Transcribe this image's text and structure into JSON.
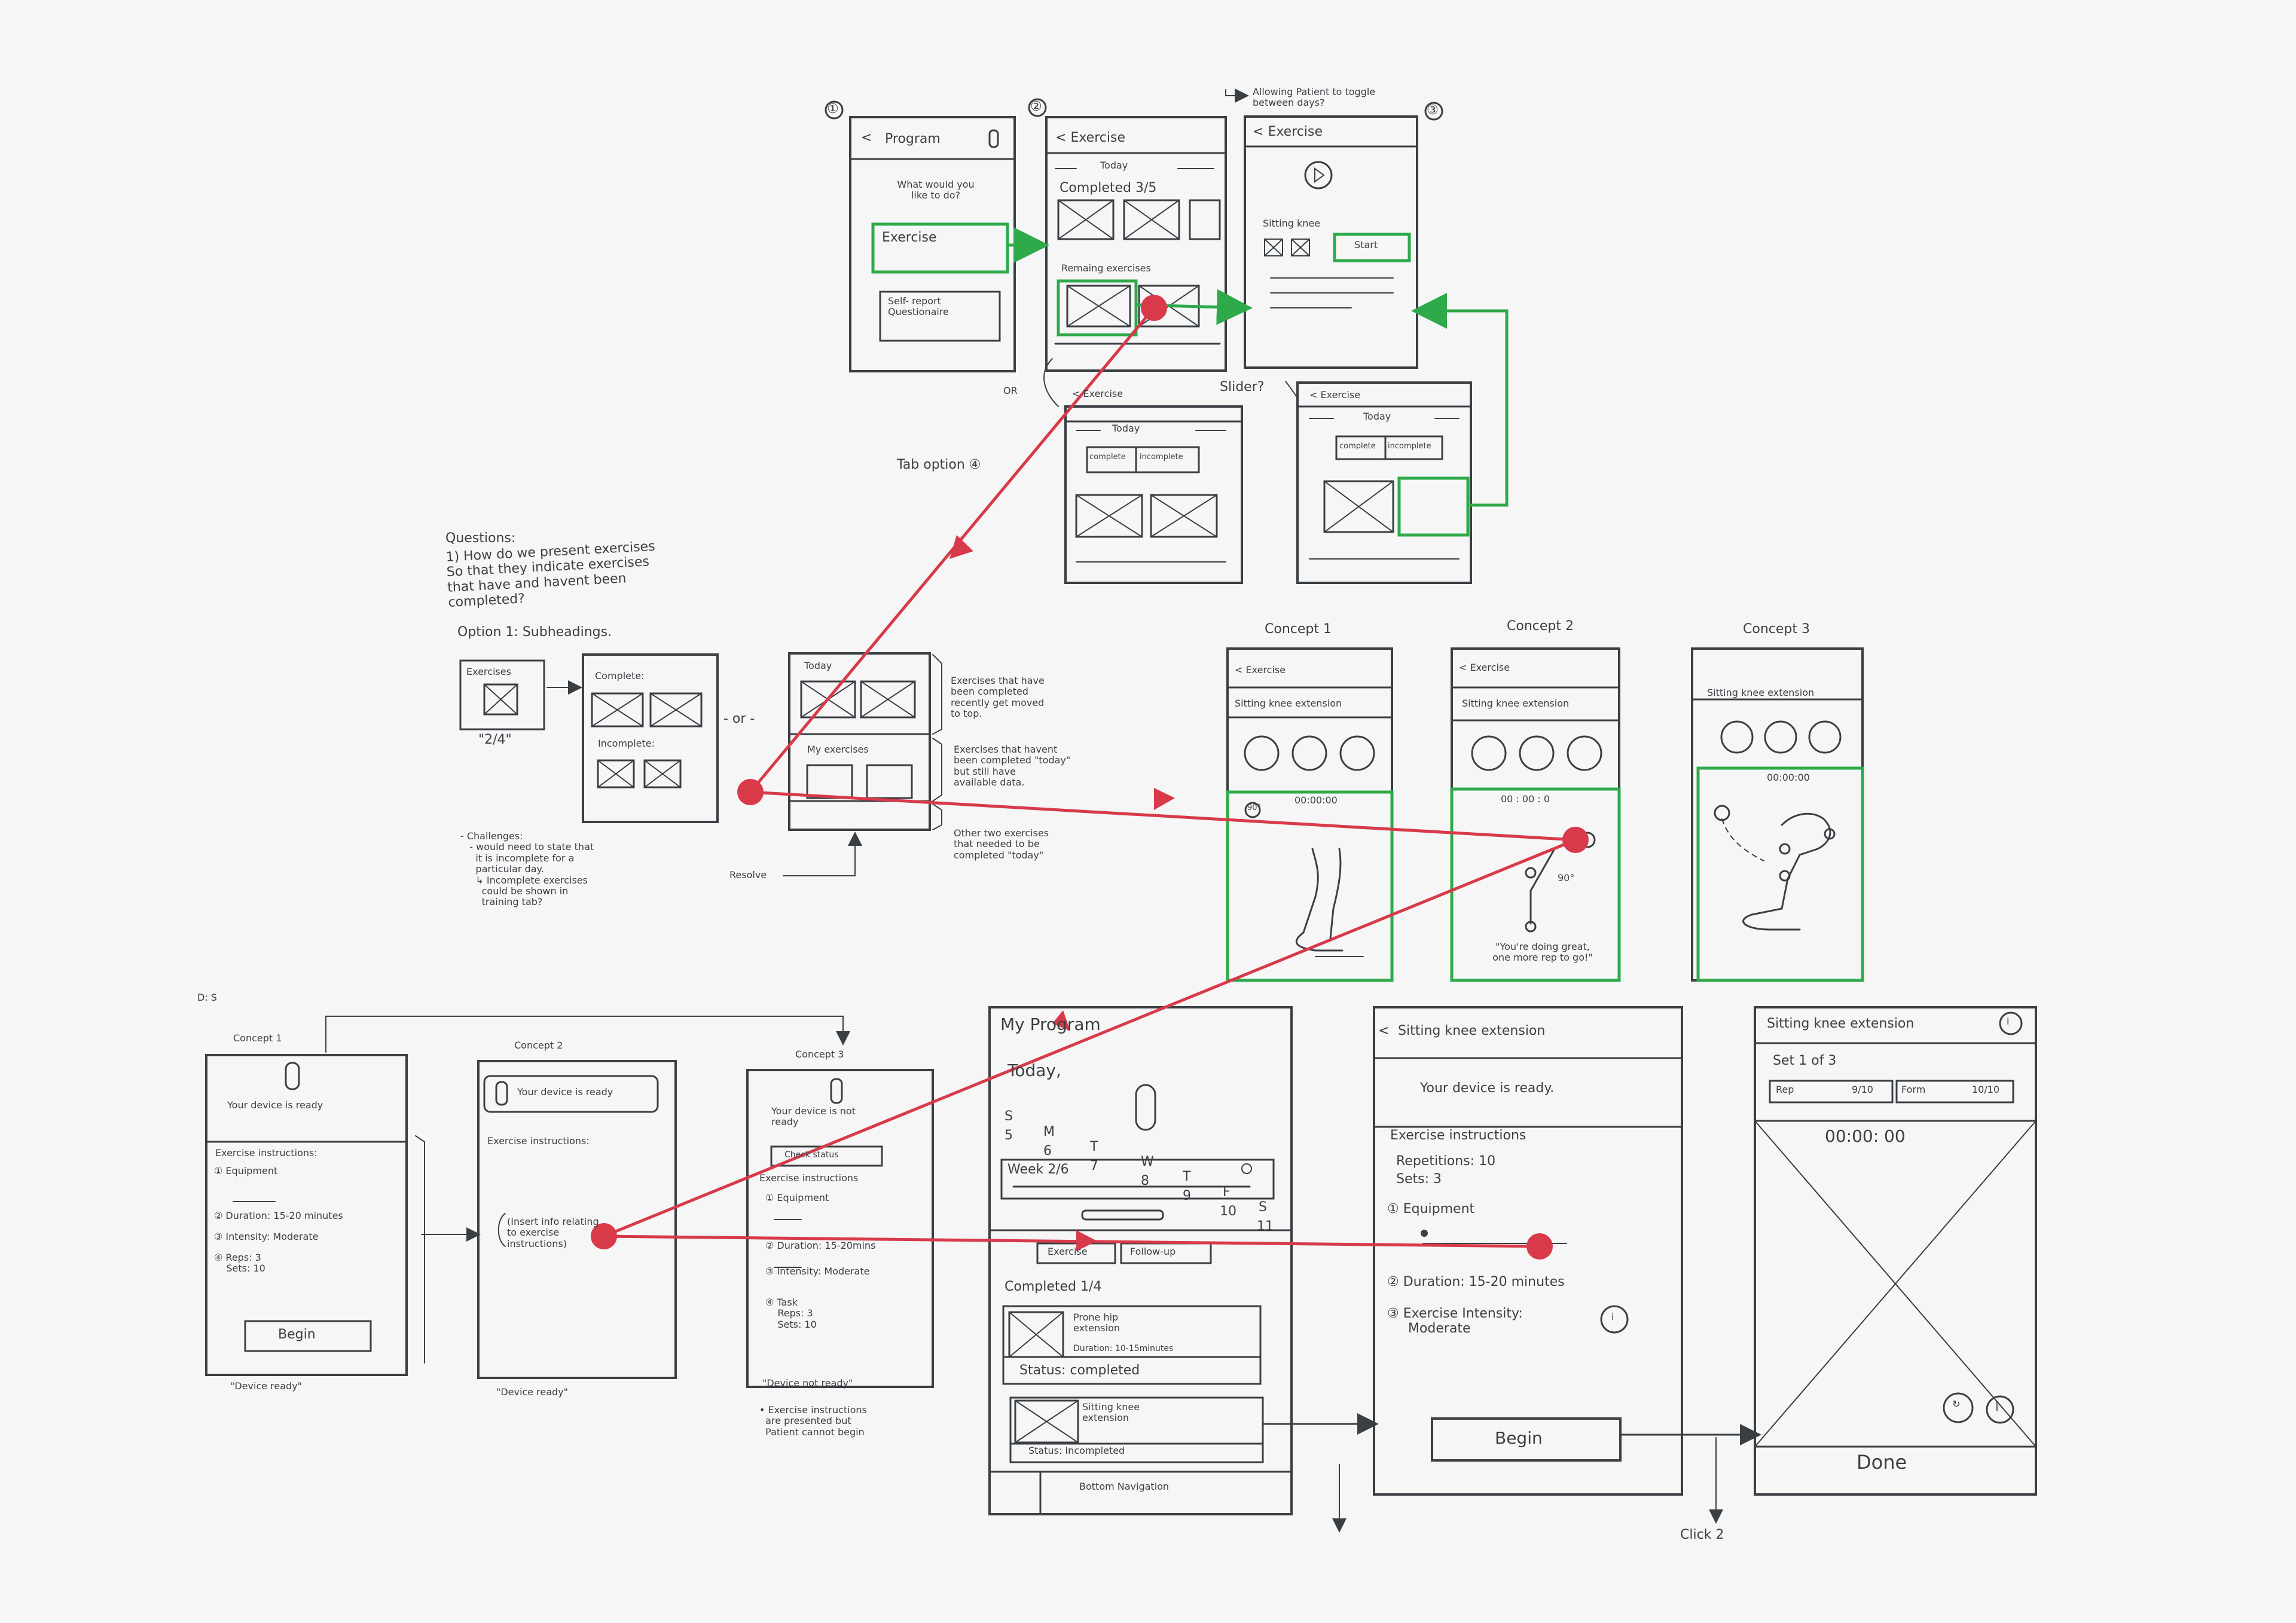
{
  "flow1": {
    "steps": [
      "①",
      "②",
      "③"
    ],
    "s1": {
      "title": "Program",
      "prompt": "What would you\nlike to do?",
      "exercise_btn": "Exercise",
      "self_report_btn": "Self- report\nQuestionaire"
    },
    "s2": {
      "title": "Exercise",
      "today": "Today",
      "completed": "Completed 3/5",
      "remaining": "Remaing exercises"
    },
    "s3": {
      "title": "Exercise",
      "item": "Sitting knee",
      "start_btn": "Start"
    },
    "note_toggle": "Allowing Patient to toggle\nbetween days?",
    "or": "OR",
    "slider_q": "Slider?",
    "tab_option": "Tab option",
    "s4": {
      "title": "Exercise",
      "today": "Today",
      "tab_complete": "complete",
      "tab_incomplete": "incomplete"
    },
    "s5": {
      "title": "Exercise",
      "today": "Today",
      "tab_complete": "complete",
      "tab_incomplete": "incomplete"
    }
  },
  "questions": {
    "heading": "Questions:",
    "q1": "1) How do we present exercises\nSo that they indicate exercises\nthat have and havent been\ncompleted?",
    "option1": "Option 1: Subheadings.",
    "exercises_box": "Exercises",
    "count": "\"2/4\"",
    "complete_label": "Complete:",
    "incomplete_label": "Incomplete:",
    "or": "- or -",
    "today_label": "Today",
    "my_exercises": "My exercises",
    "note_moved": "Exercises that have\nbeen completed\nrecently get moved\nto top.",
    "note_not_completed": "Exercises that havent\nbeen completed \"today\"\nbut still have\navailable data.",
    "note_other": "Other two exercises\nthat needed to be\ncompleted \"today\"",
    "challenges": "- Challenges:\n   - would need to state that\n     it is incomplete for a\n     particular day.\n     ↳ Incomplete exercises\n       could be shown in\n       training tab?",
    "resolve": "Resolve"
  },
  "concepts_top": {
    "c1": {
      "label": "Concept 1",
      "back": "Exercise",
      "title": "Sitting knee extension",
      "timer": "00:00:00",
      "angle": "90°"
    },
    "c2": {
      "label": "Concept 2",
      "back": "Exercise",
      "title": "Sitting knee extension",
      "timer": "00 : 00 : 0",
      "angle": "90°",
      "message": "\"You're doing great,\none more rep to go!\""
    },
    "c3": {
      "label": "Concept 3",
      "title": "Sitting knee extension",
      "timer": "00:00:00"
    }
  },
  "device_concepts": {
    "tag": "D: S",
    "c1": {
      "label": "Concept 1",
      "status": "Your device is ready",
      "instructions": "Exercise instructions:",
      "equipment": "① Equipment",
      "duration": "② Duration: 15-20 minutes",
      "intensity": "③ Intensity: Moderate",
      "reps": "④ Reps: 3\n    Sets: 10",
      "begin": "Begin",
      "caption": "\"Device ready\""
    },
    "c2": {
      "label": "Concept 2",
      "status": "Your device is ready",
      "instructions": "Exercise instructions:",
      "insert": "(Insert info relating\nto exercise\ninstructions)",
      "caption": "\"Device ready\""
    },
    "c3": {
      "label": "Concept 3",
      "status": "Your device is not\nready",
      "check": "Check status",
      "instructions": "Exercise instructions",
      "equipment": "① Equipment",
      "duration": "② Duration: 15-20mins",
      "intensity": "③ Intensity: Moderate",
      "task": "④ Task\n    Reps: 3\n    Sets: 10",
      "caption": "\"Device not ready\"",
      "note": "• Exercise instructions\n  are presented but\n  Patient cannot begin"
    }
  },
  "my_program": {
    "title": "My Program",
    "today": "Today,",
    "days": [
      "S",
      "M",
      "T",
      "W",
      "T",
      "F",
      "S"
    ],
    "dates": [
      "5",
      "6",
      "7",
      "8",
      "9",
      "10",
      "11"
    ],
    "week": "Week 2/6",
    "tab_exercise": "Exercise",
    "tab_followup": "Follow-up",
    "completed": "Completed 1/4",
    "item1_name": "Prone hip\nextension",
    "item1_duration": "Duration: 10-15minutes",
    "item1_status": "Status: completed",
    "item2_name": "Sitting knee\nextension",
    "item2_status": "Status: Incompleted",
    "bottom_nav": "Bottom Navigation"
  },
  "sitting_knee": {
    "title": "Sitting knee extension",
    "status": "Your device is ready.",
    "instructions": "Exercise instructions",
    "repetitions": "Repetitions: 10",
    "sets": "Sets: 3",
    "equipment": "① Equipment",
    "duration": "② Duration: 15-20 minutes",
    "intensity": "③ Exercise Intensity:\n     Moderate",
    "begin": "Begin",
    "click": "Click 2"
  },
  "exercise_run": {
    "title": "Sitting knee extension",
    "set": "Set 1 of 3",
    "rep_label": "Rep",
    "rep_val": "9/10",
    "form_label": "Form",
    "form_val": "10/10",
    "timer": "00:00: 00",
    "done": "Done"
  },
  "colors": {
    "ink": "#3a3f44",
    "green": "#2eaa4a",
    "red": "#d83a4a",
    "paper": "#f6f6f6"
  }
}
